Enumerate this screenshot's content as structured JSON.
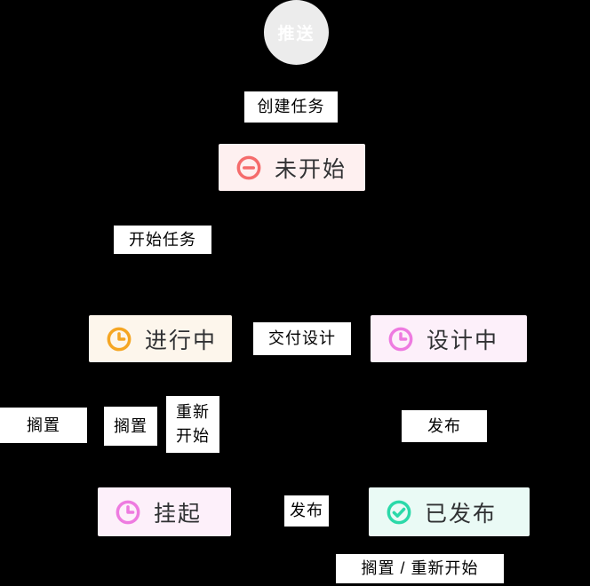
{
  "diagram": {
    "background": "#000000",
    "label_bg": "#ffffff",
    "label_text_color": "#000000",
    "state_text_color": "#303133",
    "start_node": {
      "label": "推送",
      "bg": "#ececec",
      "text_color": "#ffffff"
    },
    "states": [
      {
        "name": "not-started",
        "label": "未开始",
        "icon": "minus-circle-icon",
        "icon_color": "#f56c6c",
        "bg": "#fef0f0"
      },
      {
        "name": "in-progress",
        "label": "进行中",
        "icon": "clock-icon",
        "icon_color": "#f5a623",
        "bg": "#fdf6ec"
      },
      {
        "name": "designing",
        "label": "设计中",
        "icon": "clock-icon",
        "icon_color": "#ee7be0",
        "bg": "#fdf0fa"
      },
      {
        "name": "suspended",
        "label": "挂起",
        "icon": "clock-icon",
        "icon_color": "#ee7be0",
        "bg": "#fdf0fa"
      },
      {
        "name": "published",
        "label": "已发布",
        "icon": "check-circle-icon",
        "icon_color": "#2bd9a9",
        "bg": "#eafaf5"
      }
    ],
    "edge_labels": [
      {
        "name": "create-task",
        "label": "创建任务"
      },
      {
        "name": "start-task",
        "label": "开始任务"
      },
      {
        "name": "deliver-design",
        "label": "交付设计"
      },
      {
        "name": "shelve-left",
        "label": "搁置"
      },
      {
        "name": "shelve-mid",
        "label": "搁置"
      },
      {
        "name": "restart",
        "label": "重新开始"
      },
      {
        "name": "publish-right",
        "label": "发布"
      },
      {
        "name": "publish-mid",
        "label": "发布"
      },
      {
        "name": "shelve-or-restart",
        "label": "搁置 / 重新开始"
      }
    ]
  }
}
